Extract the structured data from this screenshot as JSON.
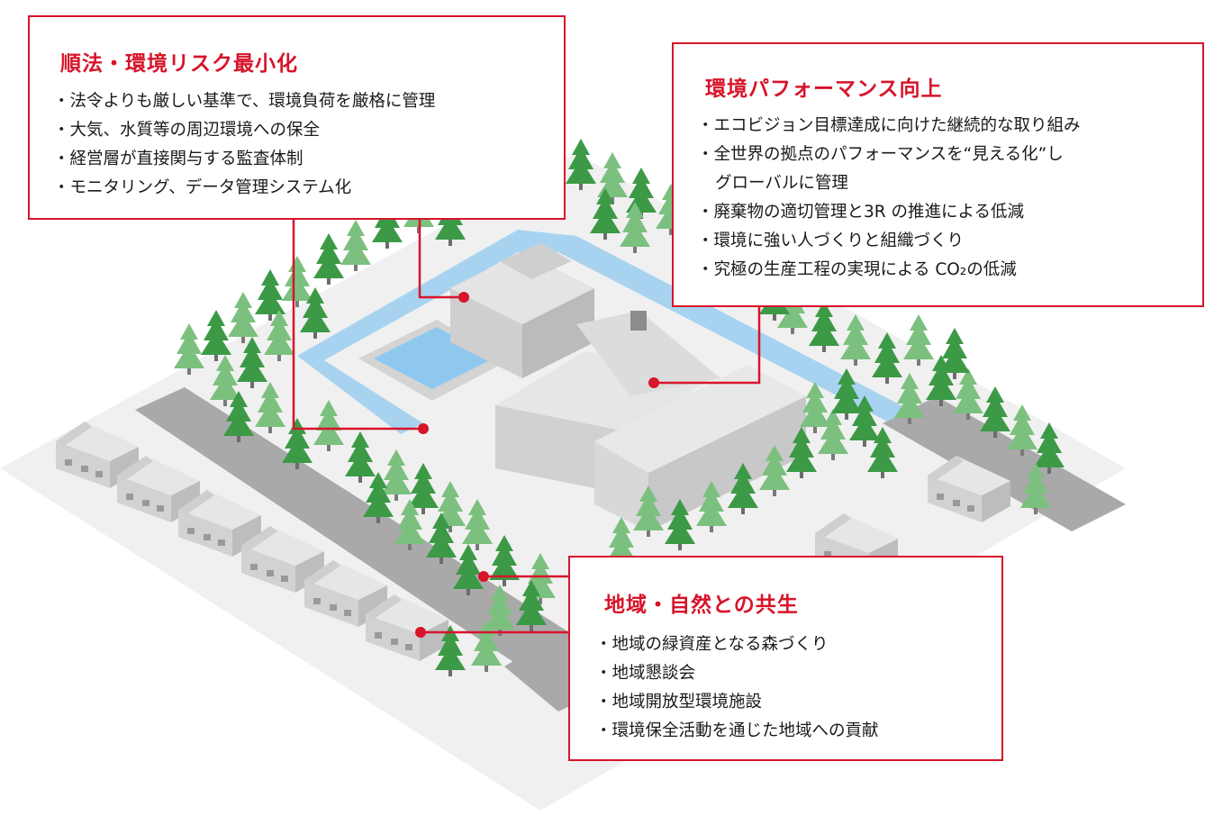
{
  "callouts": {
    "compliance": {
      "title": "順法・環境リスク最小化",
      "items": [
        "・法令よりも厳しい基準で、環境負荷を厳格に管理",
        "・大気、水質等の周辺環境への保全",
        "・経営層が直接関与する監査体制",
        "・モニタリング、データ管理システム化"
      ]
    },
    "performance": {
      "title": "環境パフォーマンス向上",
      "items": [
        "・エコビジョン目標達成に向けた継続的な取り組み",
        "・全世界の拠点のパフォーマンスを“見える化”し",
        "グローバルに管理",
        "・廃棄物の適切管理と3R の推進による低減",
        "・環境に強い人づくりと組織づくり",
        "・究極の生産工程の実現による CO₂の低減"
      ]
    },
    "community": {
      "title": "地域・自然との共生",
      "items": [
        "・地域の緑資産となる森づくり",
        "・地域懇談会",
        "・地域開放型環境施設",
        "・環境保全活動を通じた地域への貢献"
      ]
    }
  },
  "colors": {
    "accent": "#d7142a",
    "ground": "#f0f0f0",
    "road": "#a9a9a9",
    "water": "#a8d3f0",
    "tree_dark": "#3c9a47",
    "tree_light": "#7cc07f",
    "building": "#d9d9d9"
  }
}
